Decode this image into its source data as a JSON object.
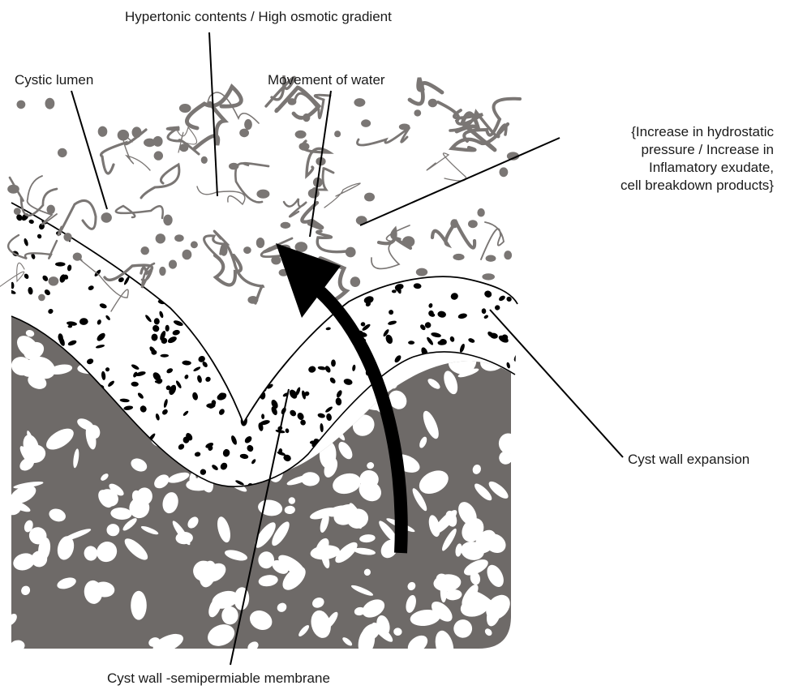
{
  "labels": {
    "hypertonic": "Hypertonic contents / High osmotic gradient",
    "cystic_lumen": "Cystic lumen",
    "movement_of_water": "Movement of water",
    "pressure": "{Increase in hydrostatic\npressure / Increase in\nInflamatory exudate,\ncell breakdown products}",
    "cyst_wall_expansion": "Cyst wall expansion",
    "cyst_wall_membrane": "Cyst wall -semipermiable membrane"
  },
  "colors": {
    "bone": "#6e6a68",
    "bone_light": "#8a8684",
    "fiber": "#7a7674",
    "nuclei": "#000000",
    "lines": "#000000",
    "background": "#ffffff"
  }
}
